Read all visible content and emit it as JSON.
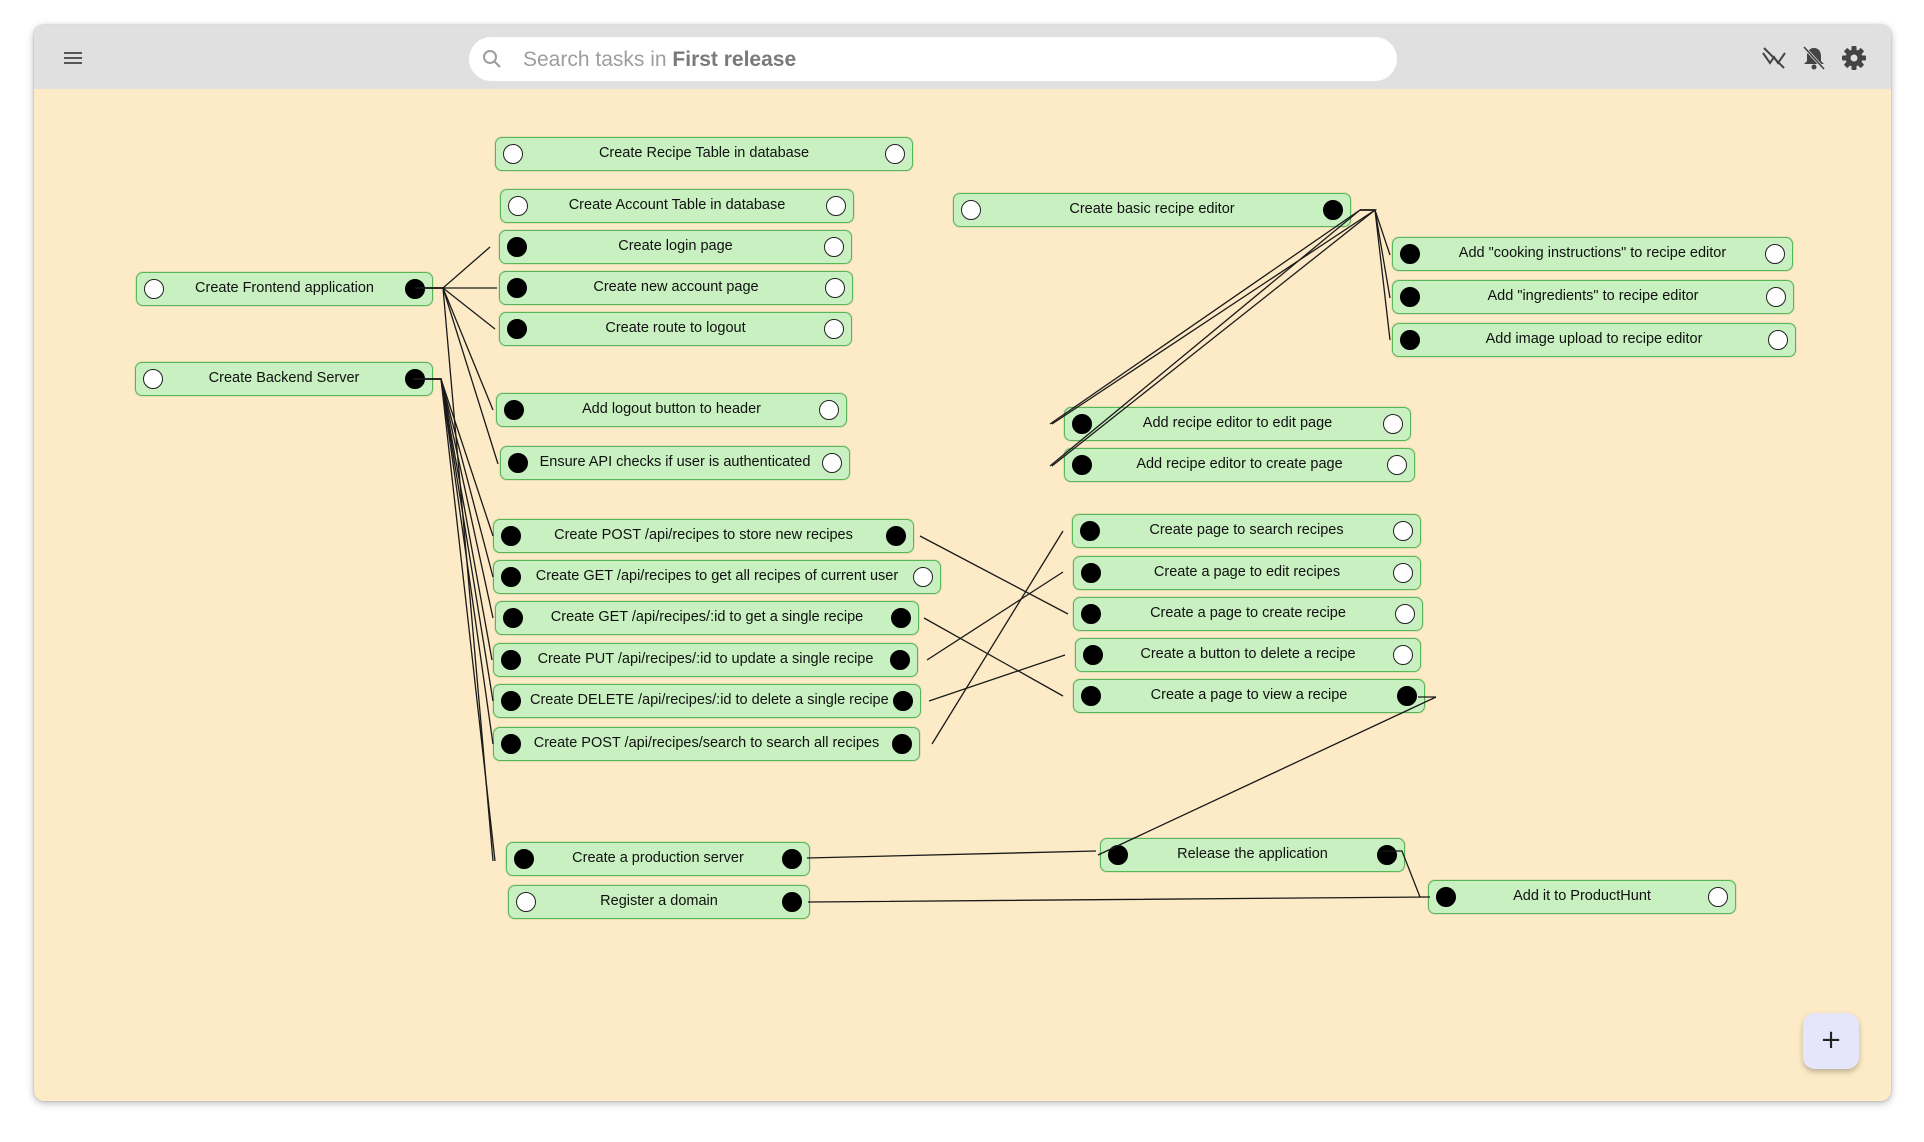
{
  "search": {
    "prefix": "Search tasks in ",
    "project": "First release"
  },
  "toolbar_icons": [
    "menu-icon",
    "search-icon",
    "network-icon",
    "bell-off-icon",
    "gear-icon"
  ],
  "fab": {
    "label": "+"
  },
  "colors": {
    "canvas": "#fdebc7",
    "toolbar": "#e0e0e0",
    "node_fill": "#c8f0c0",
    "node_border": "#57b657",
    "fab": "#e6e6fb"
  },
  "tasks": [
    {
      "id": "recipe-table",
      "label": "Create Recipe Table in database",
      "in": "open",
      "out": "open"
    },
    {
      "id": "account-table",
      "label": "Create Account Table in database",
      "in": "open",
      "out": "open"
    },
    {
      "id": "login-page",
      "label": "Create login page",
      "in": "filled",
      "out": "open"
    },
    {
      "id": "frontend",
      "label": "Create Frontend application",
      "in": "open",
      "out": "filled"
    },
    {
      "id": "new-account-page",
      "label": "Create new account page",
      "in": "filled",
      "out": "open"
    },
    {
      "id": "route-logout",
      "label": "Create route to logout",
      "in": "filled",
      "out": "open"
    },
    {
      "id": "backend",
      "label": "Create Backend Server",
      "in": "open",
      "out": "filled"
    },
    {
      "id": "logout-button",
      "label": "Add logout button to header",
      "in": "filled",
      "out": "open"
    },
    {
      "id": "api-auth",
      "label": "Ensure API checks if user is authenticated",
      "in": "filled",
      "out": "open"
    },
    {
      "id": "post-recipes",
      "label": "Create POST /api/recipes to store new recipes",
      "in": "filled",
      "out": "filled"
    },
    {
      "id": "get-recipes",
      "label": "Create GET /api/recipes to get all recipes of current user",
      "in": "filled",
      "out": "open"
    },
    {
      "id": "get-recipe",
      "label": "Create GET /api/recipes/:id to get a single recipe",
      "in": "filled",
      "out": "filled"
    },
    {
      "id": "put-recipe",
      "label": "Create PUT /api/recipes/:id to update a single recipe",
      "in": "filled",
      "out": "filled"
    },
    {
      "id": "delete-recipe",
      "label": "Create DELETE /api/recipes/:id to delete a single recipe",
      "in": "filled",
      "out": "filled"
    },
    {
      "id": "search-recipes",
      "label": "Create POST /api/recipes/search to search all recipes",
      "in": "filled",
      "out": "filled"
    },
    {
      "id": "prod-server",
      "label": "Create a production server",
      "in": "filled",
      "out": "filled"
    },
    {
      "id": "domain",
      "label": "Register a domain",
      "in": "open",
      "out": "filled"
    },
    {
      "id": "recipe-editor",
      "label": "Create basic recipe editor",
      "in": "open",
      "out": "filled"
    },
    {
      "id": "cooking-instructions",
      "label": "Add \"cooking instructions\" to recipe editor",
      "in": "filled",
      "out": "open"
    },
    {
      "id": "ingredients",
      "label": "Add \"ingredients\" to recipe editor",
      "in": "filled",
      "out": "open"
    },
    {
      "id": "image-upload",
      "label": "Add image upload to recipe editor",
      "in": "filled",
      "out": "open"
    },
    {
      "id": "editor-edit-page",
      "label": "Add recipe editor to edit page",
      "in": "filled",
      "out": "open"
    },
    {
      "id": "editor-create-page",
      "label": "Add recipe editor to create page",
      "in": "filled",
      "out": "open"
    },
    {
      "id": "search-page",
      "label": "Create page to search recipes",
      "in": "filled",
      "out": "open"
    },
    {
      "id": "edit-page",
      "label": "Create a page to edit recipes",
      "in": "filled",
      "out": "open"
    },
    {
      "id": "create-page",
      "label": "Create a page to create recipe",
      "in": "filled",
      "out": "open"
    },
    {
      "id": "delete-button",
      "label": "Create a button to delete a recipe",
      "in": "filled",
      "out": "open"
    },
    {
      "id": "view-page",
      "label": "Create a page to view a recipe",
      "in": "filled",
      "out": "filled"
    },
    {
      "id": "release",
      "label": "Release the application",
      "in": "filled",
      "out": "filled"
    },
    {
      "id": "producthunt",
      "label": "Add it to ProductHunt",
      "in": "filled",
      "out": "open"
    }
  ]
}
